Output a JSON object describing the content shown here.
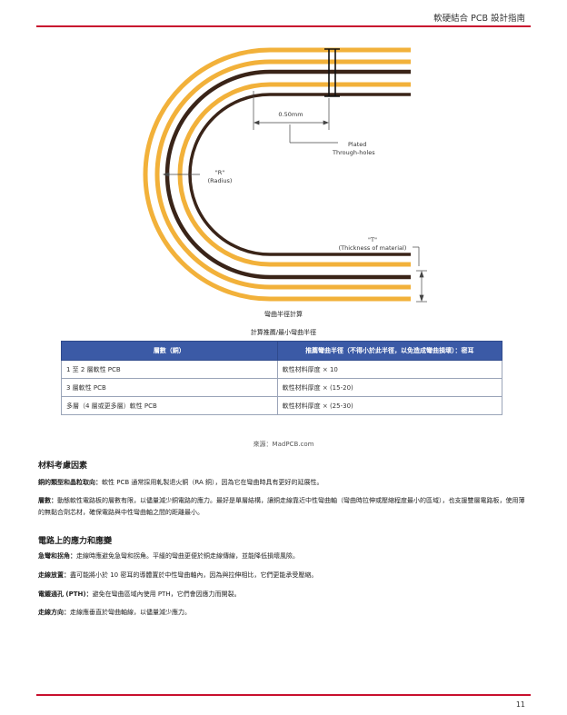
{
  "header": {
    "title": "軟硬結合 PCB 設計指南"
  },
  "figure": {
    "labels": {
      "dimension": "0.50mm",
      "plated_line1": "Plated",
      "plated_line2": "Through-holes",
      "radius_line1": "\"R\"",
      "radius_line2": "(Radius)",
      "thickness_line1": "\"T\"",
      "thickness_line2": "(Thickness of material)"
    },
    "caption": "彎曲半徑計算",
    "colors": {
      "flex": "#f2b13a",
      "copper": "#3a2418",
      "accent_red": "#c8102e",
      "table_header": "#3b5aa6"
    }
  },
  "table": {
    "title": "計算推薦/最小彎曲半徑",
    "headers": [
      "層數（銅）",
      "推薦彎曲半徑（不得小於此半徑，以免造成彎曲損壞）：密耳"
    ],
    "rows": [
      [
        "1 至 2 層軟性 PCB",
        "軟性材料厚度 × 10"
      ],
      [
        "3 層軟性 PCB",
        "軟性材料厚度 × (15-20)"
      ],
      [
        "多層（4 層或更多層）軟性 PCB",
        "軟性材料厚度 × (25-30)"
      ]
    ],
    "source": "來源：MadPCB.com"
  },
  "sections": [
    {
      "heading": "材料考慮因素",
      "paragraphs": [
        {
          "lead": "銅的類型和晶粒取向：",
          "text": "軟性 PCB 通常採用軋製退火銅（RA 銅），因為它在彎曲時具有更好的延展性。"
        },
        {
          "lead": "層數：",
          "text": "動態軟性電路板的層數有限，以儘量減少銅電路的應力。最好是單層結構，讓銅走線靠近中性彎曲軸（彎曲時拉伸或壓縮程度最小的區域），也支援雙層電路板，使用薄的無黏合劑芯材，確保電路與中性彎曲軸之間的距離最小。"
        }
      ]
    },
    {
      "heading": "電路上的應力和應變",
      "paragraphs": [
        {
          "lead": "急彎和拐角：",
          "text": "走線時應避免急彎和拐角。平緩的彎曲更便於銅走線傳線，並能降低損壞風險。"
        },
        {
          "lead": "走線放置：",
          "text": "盡可能將小於 10 密耳的導體置於中性彎曲軸內，因為與拉伸相比，它們更能承受壓縮。"
        },
        {
          "lead": "電鍍通孔 (PTH)：",
          "text": "避免在彎曲區域內使用 PTH，它們會因應力而開裂。"
        },
        {
          "lead": "走線方向：",
          "text": "走線應垂直於彎曲軸線，以儘量減少應力。"
        }
      ]
    }
  ],
  "footer": {
    "page_number": "11"
  }
}
